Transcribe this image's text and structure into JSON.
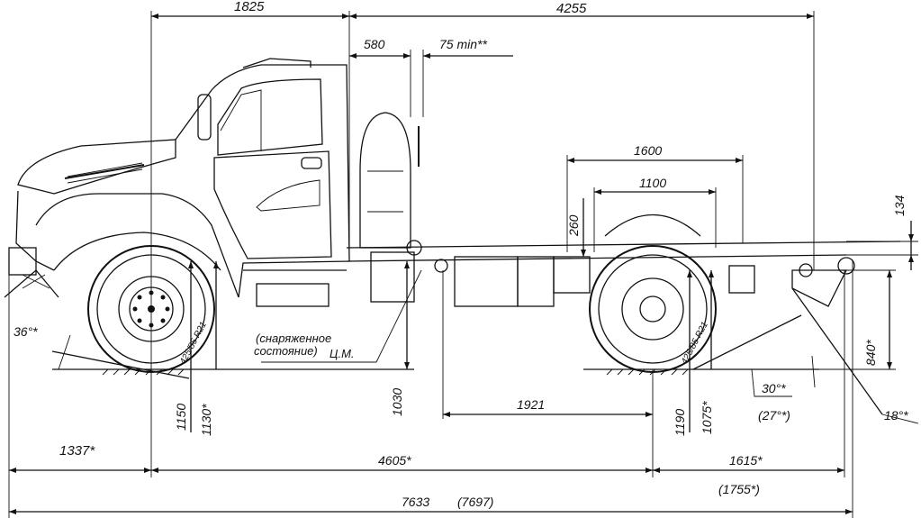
{
  "dims": {
    "d1825": "1825",
    "d4255": "4255",
    "d580": "580",
    "d75min": "75 min**",
    "d1600": "1600",
    "d1100": "1100",
    "d134": "134",
    "d260": "260",
    "d36": "36°*",
    "d1030": "1030",
    "d1921": "1921",
    "d1150": "1150",
    "d1130": "1130*",
    "d1190": "1190",
    "d1075": "1075*",
    "d840": "840*",
    "d30": "30°*",
    "d27": "(27°*)",
    "d18": "18°*",
    "d1337": "1337*",
    "d4605": "4605*",
    "d1615": "1615*",
    "d1755": "(1755*)",
    "d7633": "7633",
    "d7697": "(7697)"
  },
  "cg_note": {
    "line1": "(снаряженное",
    "line2": "состояние)",
    "cm": "Ц.М."
  },
  "tire_label": "425/85 R21"
}
